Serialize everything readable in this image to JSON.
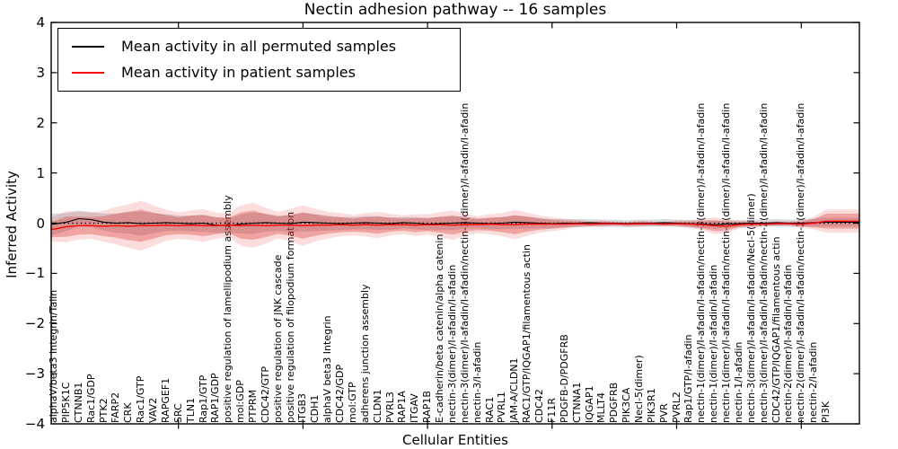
{
  "chart_data": {
    "type": "line",
    "title": "Nectin adhesion pathway -- 16 samples",
    "xlabel": "Cellular Entities",
    "ylabel": "Inferred Activity",
    "ylim": [
      -4,
      4
    ],
    "yticks": [
      4,
      3,
      2,
      1,
      0,
      -1,
      -2,
      -3,
      -4
    ],
    "ytick_labels": [
      "4",
      "3",
      "2",
      "1",
      "0",
      "−1",
      "−2",
      "−3",
      "−4"
    ],
    "grid": false,
    "zero_line": true,
    "legend_position": "upper left",
    "categories": [
      "alphaV/beta3 Integrin/Talin",
      "PIP5K1C",
      "CTNNB1",
      "Rac1/GDP",
      "PTK2",
      "FARP2",
      "CRK",
      "Rac1/GTP",
      "VAV2",
      "RAPGEF1",
      "SRC",
      "TLN1",
      "Rap1/GTP",
      "RAP1/GDP",
      "positive regulation of lamellipodium assembly",
      "mol:GDP",
      "PTPRM",
      "CDC42/GTP",
      "positive regulation of JNK cascade",
      "positive regulation of filopodium formation",
      "ITGB3",
      "CDH1",
      "alphaV beta3 Integrin",
      "CDC42/GDP",
      "mol:GTP",
      "adherens junction assembly",
      "CLDN1",
      "PVRL3",
      "RAP1A",
      "ITGAV",
      "RAP1B",
      "E-cadherin/beta catenin/alpha catenin",
      "nectin-3(dimer)/I-afadin/I-afadin",
      "nectin-3(dimer)/I-afadin/I-afadin/nectin-3(dimer)/I-afadin/I-afadin",
      "nectin-3/I-afadin",
      "RAC1",
      "PVRL1",
      "JAM-A/CLDN1",
      "RAC1/GTP/IQGAP1/filamentous actin",
      "CDC42",
      "F11R",
      "PDGFB-D/PDGFRB",
      "CTNNA1",
      "IQGAP1",
      "MLLT4",
      "PDGFRB",
      "PIK3CA",
      "Necl-5(dimer)",
      "PIK3R1",
      "PVR",
      "PVRL2",
      "Rap1/GTP/I-afadin",
      "nectin-1(dimer)/I-afadin/I-afadin/nectin-3(dimer)/I-afadin/I-afadin",
      "nectin-1(dimer)/I-afadin/I-afadin",
      "nectin-1(dimer)/I-afadin/I-afadin/nectin-1(dimer)/I-afadin/I-afadin",
      "nectin-1/I-afadin",
      "nectin-3(dimer)/I-afadin/I-afadin/Necl-5(dimer)",
      "nectin-3(dimer)/I-afadin/I-afadin/nectin-2(dimer)/I-afadin/I-afadin",
      "CDC42/GTP/IQGAP1/filamentous actin",
      "nectin-2(dimer)/I-afadin/I-afadin",
      "nectin-2(dimer)/I-afadin/I-afadin/nectin-2(dimer)/I-afadin/I-afadin",
      "nectin-2/I-afadin",
      "PI3K"
    ],
    "series": [
      {
        "name": "Mean activity in all permuted samples",
        "color": "#000000",
        "values": [
          -0.02,
          0.02,
          0.09,
          0.07,
          0.02,
          0.0,
          0.01,
          -0.01,
          0.0,
          0.01,
          0.0,
          -0.01,
          0.0,
          -0.04,
          -0.05,
          -0.02,
          0.0,
          0.01,
          0.0,
          -0.01,
          0.02,
          0.01,
          0.0,
          -0.01,
          0.0,
          0.01,
          0.0,
          -0.01,
          0.01,
          0.0,
          -0.02,
          -0.01,
          0.0,
          0.01,
          0.0,
          -0.01,
          0.0,
          0.02,
          0.01,
          0.0,
          -0.01,
          0.0,
          0.0,
          0.01,
          0.0,
          0.0,
          -0.01,
          0.0,
          0.0,
          0.01,
          0.0,
          -0.01,
          -0.02,
          -0.03,
          -0.02,
          -0.01,
          0.0,
          0.0,
          0.01,
          0.0,
          0.0,
          0.01,
          0.02
        ]
      },
      {
        "name": "Mean activity in patient samples",
        "color": "#ff0000",
        "values": [
          -0.12,
          -0.07,
          -0.05,
          -0.05,
          -0.06,
          -0.05,
          -0.06,
          -0.05,
          -0.05,
          -0.04,
          -0.05,
          -0.04,
          -0.05,
          -0.05,
          -0.04,
          -0.05,
          -0.04,
          -0.05,
          -0.04,
          -0.04,
          -0.05,
          -0.04,
          -0.04,
          -0.03,
          -0.04,
          -0.03,
          -0.04,
          -0.03,
          -0.03,
          -0.04,
          -0.03,
          -0.03,
          -0.04,
          -0.03,
          -0.03,
          -0.02,
          -0.03,
          -0.03,
          -0.02,
          -0.02,
          -0.02,
          -0.02,
          -0.01,
          -0.02,
          -0.01,
          -0.01,
          -0.02,
          -0.01,
          -0.01,
          -0.02,
          -0.01,
          -0.02,
          -0.03,
          -0.05,
          -0.06,
          -0.03,
          -0.02,
          -0.02,
          -0.01,
          -0.01,
          -0.02,
          0.0,
          0.04
        ]
      }
    ],
    "bands": [
      {
        "name": "patient samples std",
        "center_series": 1,
        "color": "#de2d26",
        "inner_alpha": 0.32,
        "outer_alpha": 0.16,
        "outer_factor": 1.55,
        "halfwidth": [
          0.16,
          0.2,
          0.18,
          0.17,
          0.2,
          0.24,
          0.28,
          0.32,
          0.26,
          0.2,
          0.17,
          0.19,
          0.21,
          0.17,
          0.15,
          0.26,
          0.29,
          0.23,
          0.17,
          0.21,
          0.26,
          0.21,
          0.17,
          0.15,
          0.13,
          0.15,
          0.17,
          0.14,
          0.12,
          0.14,
          0.13,
          0.16,
          0.19,
          0.14,
          0.11,
          0.13,
          0.15,
          0.19,
          0.15,
          0.11,
          0.09,
          0.07,
          0.05,
          0.04,
          0.04,
          0.03,
          0.03,
          0.04,
          0.03,
          0.03,
          0.04,
          0.05,
          0.07,
          0.11,
          0.09,
          0.05,
          0.04,
          0.03,
          0.03,
          0.03,
          0.05,
          0.08,
          0.15
        ]
      },
      {
        "name": "permuted samples std",
        "center_series": 0,
        "color": "#828c9b",
        "inner_alpha": 0.32,
        "outer_alpha": 0.0,
        "outer_factor": 1.0,
        "halfwidth": [
          0.21,
          0.18,
          0.16,
          0.15,
          0.17,
          0.19,
          0.22,
          0.24,
          0.2,
          0.17,
          0.15,
          0.16,
          0.17,
          0.15,
          0.14,
          0.19,
          0.21,
          0.18,
          0.15,
          0.17,
          0.19,
          0.17,
          0.15,
          0.13,
          0.12,
          0.13,
          0.14,
          0.12,
          0.11,
          0.12,
          0.12,
          0.13,
          0.14,
          0.12,
          0.1,
          0.11,
          0.12,
          0.13,
          0.12,
          0.1,
          0.09,
          0.08,
          0.08,
          0.07,
          0.07,
          0.07,
          0.07,
          0.07,
          0.07,
          0.07,
          0.07,
          0.07,
          0.08,
          0.08,
          0.08,
          0.07,
          0.07,
          0.07,
          0.07,
          0.07,
          0.07,
          0.08,
          0.09
        ]
      }
    ]
  }
}
